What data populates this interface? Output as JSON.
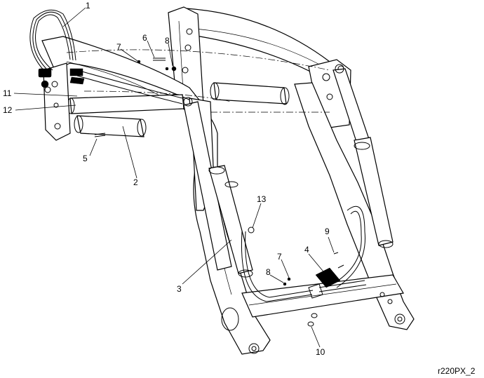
{
  "reference_code": "r220PX_2",
  "callouts": [
    {
      "id": "c1",
      "label": "1"
    },
    {
      "id": "c2",
      "label": "2"
    },
    {
      "id": "c3",
      "label": "3"
    },
    {
      "id": "c4",
      "label": "4"
    },
    {
      "id": "c5",
      "label": "5"
    },
    {
      "id": "c6",
      "label": "6"
    },
    {
      "id": "c7a",
      "label": "7"
    },
    {
      "id": "c7b",
      "label": "7"
    },
    {
      "id": "c8a",
      "label": "8"
    },
    {
      "id": "c8b",
      "label": "8"
    },
    {
      "id": "c9",
      "label": "9"
    },
    {
      "id": "c10",
      "label": "10"
    },
    {
      "id": "c11",
      "label": "11"
    },
    {
      "id": "c12",
      "label": "12"
    },
    {
      "id": "c13",
      "label": "13"
    }
  ]
}
